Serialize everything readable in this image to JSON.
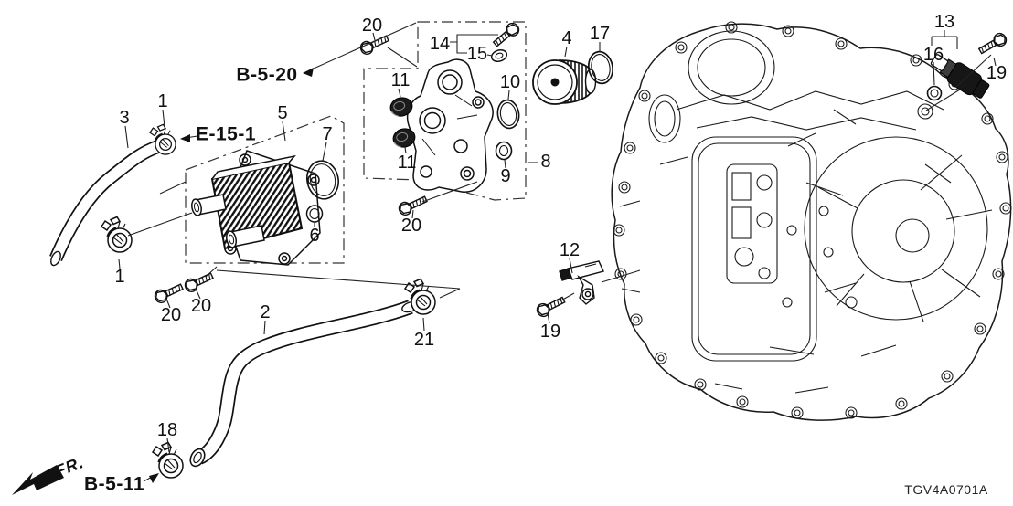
{
  "diagram": {
    "drawing_code": "TGV4A0701A",
    "references": {
      "b_5_20": "B-5-20",
      "e_15_1": "E-15-1",
      "b_5_11": "B-5-11",
      "front_marker": "FR."
    },
    "callouts": {
      "c1": "1",
      "c2": "2",
      "c3": "3",
      "c4": "4",
      "c5": "5",
      "c6": "6",
      "c7": "7",
      "c8": "8",
      "c9": "9",
      "c10": "10",
      "c11": "11",
      "c12": "12",
      "c13": "13",
      "c14": "14",
      "c15": "15",
      "c16": "16",
      "c17": "17",
      "c18": "18",
      "c19": "19",
      "c20": "20",
      "c21": "21"
    }
  }
}
